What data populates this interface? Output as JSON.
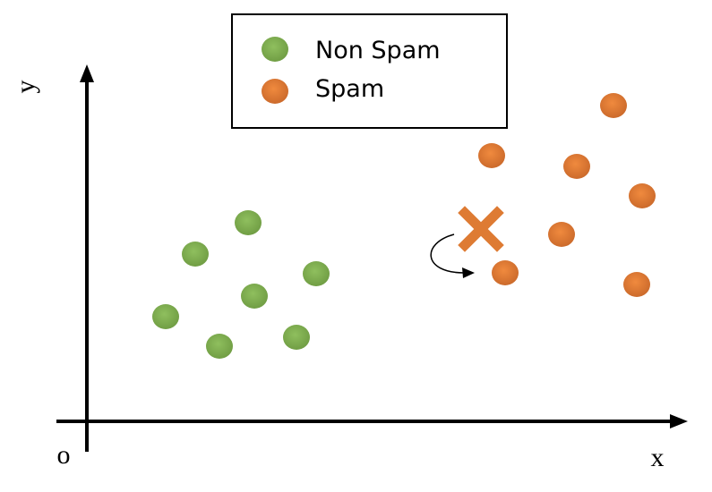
{
  "diagram": {
    "axes": {
      "x_label": "x",
      "y_label": "y",
      "origin_label": "o"
    },
    "legend": [
      {
        "label": "Non Spam",
        "color": "#7AAB4A"
      },
      {
        "label": "Spam",
        "color": "#DE7B33"
      }
    ],
    "series": {
      "non_spam": {
        "color": "#7AAB4A",
        "gradient_light": "#8FBF5E",
        "gradient_dark": "#6E9B42"
      },
      "spam": {
        "color": "#DE7B33",
        "gradient_light": "#F08A3E",
        "gradient_dark": "#C9682A"
      }
    },
    "query_point": {
      "marker": "x-mark",
      "color": "#DE7B33",
      "annotation": "curved-arrow"
    },
    "axis_color": "#000000"
  }
}
